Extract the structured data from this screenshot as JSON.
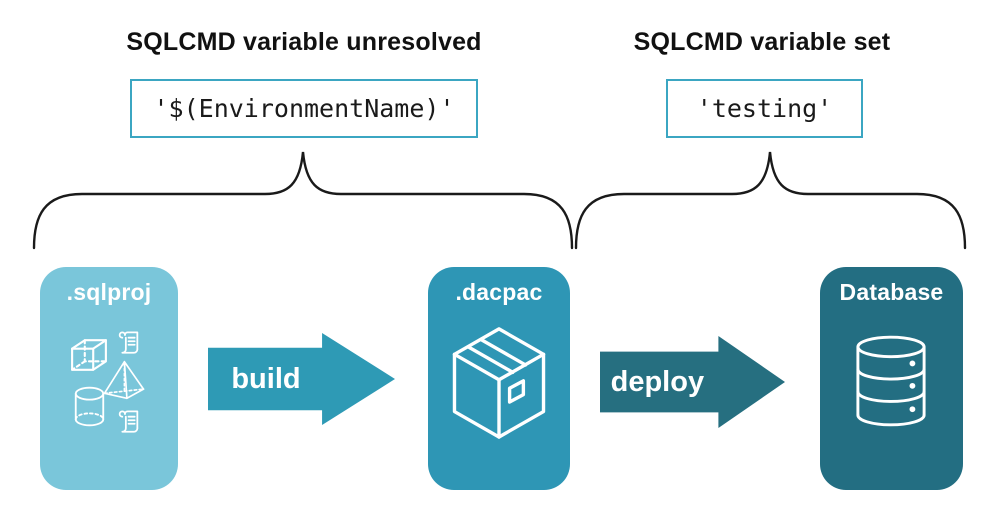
{
  "figure": {
    "background": "#ffffff",
    "annotations": {
      "unresolved": {
        "title": "SQLCMD variable unresolved",
        "code": "'$(EnvironmentName)'"
      },
      "set": {
        "title": "SQLCMD variable set",
        "code": "'testing'"
      }
    },
    "stages": [
      {
        "label": ".sqlproj",
        "color": "#7AC6DA",
        "icon": "sql-objects-icons"
      },
      {
        "label": ".dacpac",
        "color": "#2E96B5",
        "icon": "package-icon"
      },
      {
        "label": "Database",
        "color": "#236E82",
        "icon": "database-icon"
      }
    ],
    "arrows": [
      {
        "label": "build",
        "color": "#2E9AB5"
      },
      {
        "label": "deploy",
        "color": "#266F80"
      }
    ],
    "colors": {
      "code_box_border": "#3BA6C2",
      "brace_stroke": "#1a1a1a",
      "icon_stroke": "#ffffff",
      "heading_text": "#111111",
      "code_text": "#1a1a1a"
    }
  }
}
